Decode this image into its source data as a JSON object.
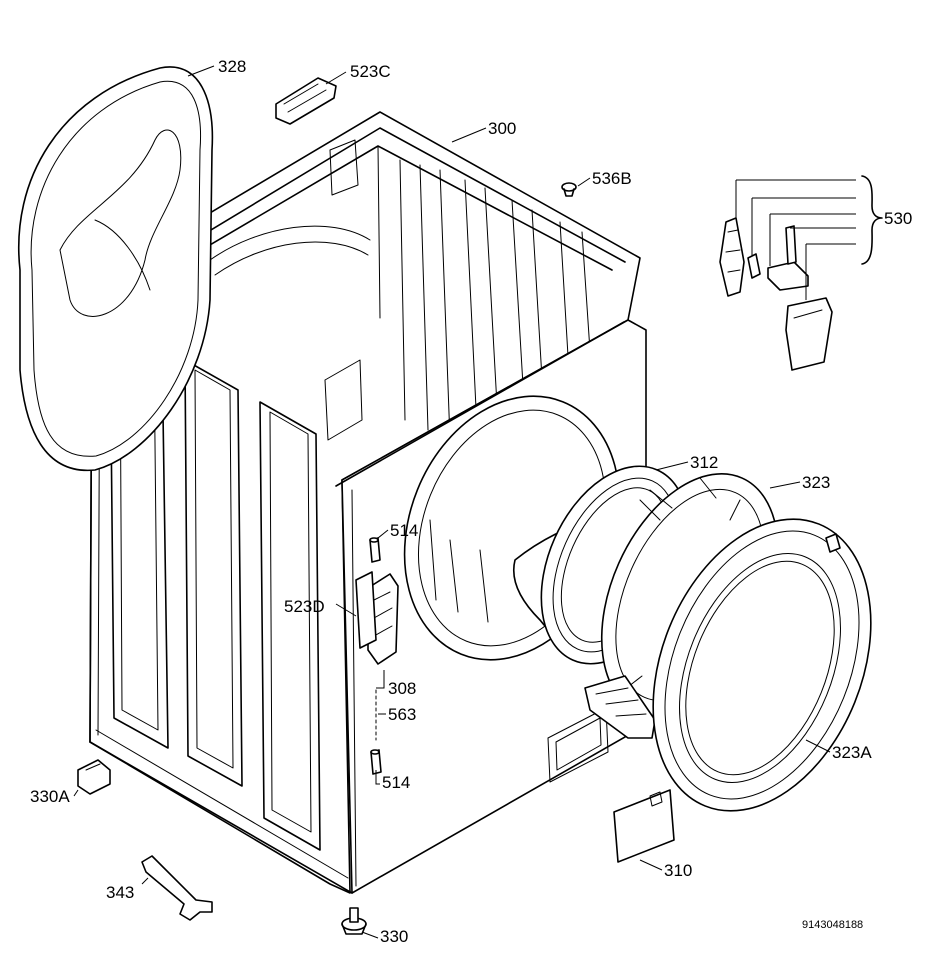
{
  "labels": {
    "p328": "328",
    "p523C": "523C",
    "p300": "300",
    "p536B": "536B",
    "p530": "530",
    "p312": "312",
    "p323": "323",
    "p514_top": "514",
    "p523D": "523D",
    "p308": "308",
    "p563": "563",
    "p514_bottom": "514",
    "p323A": "323A",
    "p330A": "330A",
    "p310": "310",
    "p343": "343",
    "p330": "330"
  },
  "document_id": "9143048188"
}
